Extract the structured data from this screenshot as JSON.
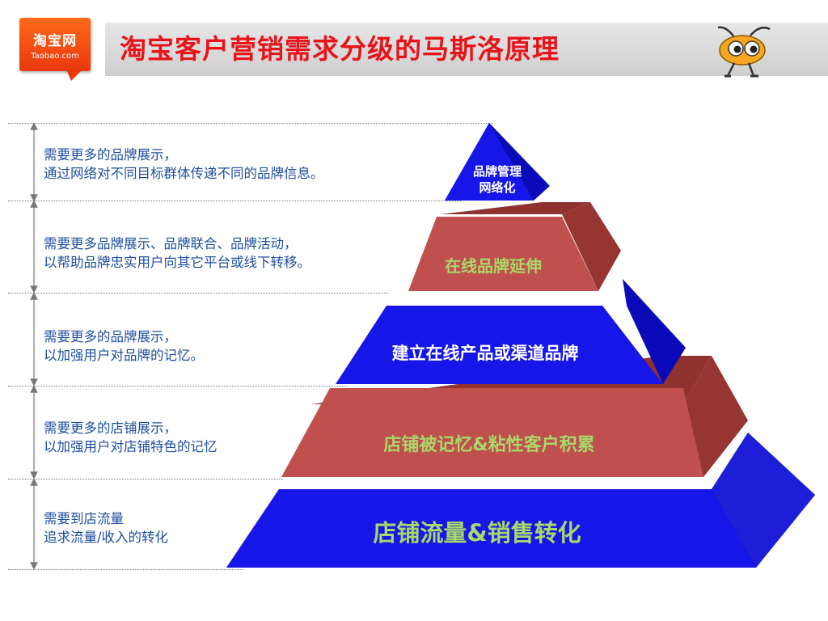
{
  "slide": {
    "logo": {
      "chinese": "淘宝网",
      "english": "Taobao.com"
    },
    "title": "淘宝客户营销需求分级的马斯洛原理",
    "mascot_icon": "ant-mascot-icon"
  },
  "pyramid": {
    "colors": {
      "blue": "#1414e6",
      "red": "#c0504d",
      "label_green": "#a8d86a"
    },
    "levels": [
      {
        "label_lines": [
          "品牌管理",
          "网络化"
        ],
        "description": [
          "需要更多的品牌展示，",
          "通过网络对不同目标群体传递不同的品牌信息。"
        ]
      },
      {
        "label": "在线品牌延伸",
        "description": [
          "需要更多品牌展示、品牌联合、品牌活动，",
          "以帮助品牌忠实用户向其它平台或线下转移。"
        ]
      },
      {
        "label": "建立在线产品或渠道品牌",
        "description": [
          "需要更多的品牌展示，",
          "以加强用户对品牌的记忆。"
        ]
      },
      {
        "label": "店铺被记忆&粘性客户积累",
        "description": [
          "需要更多的店铺展示，",
          "以加强用户对店铺特色的记忆"
        ]
      },
      {
        "label": "店铺流量&销售转化",
        "description": [
          "需要到店流量",
          "追求流量/收入的转化"
        ]
      }
    ]
  }
}
